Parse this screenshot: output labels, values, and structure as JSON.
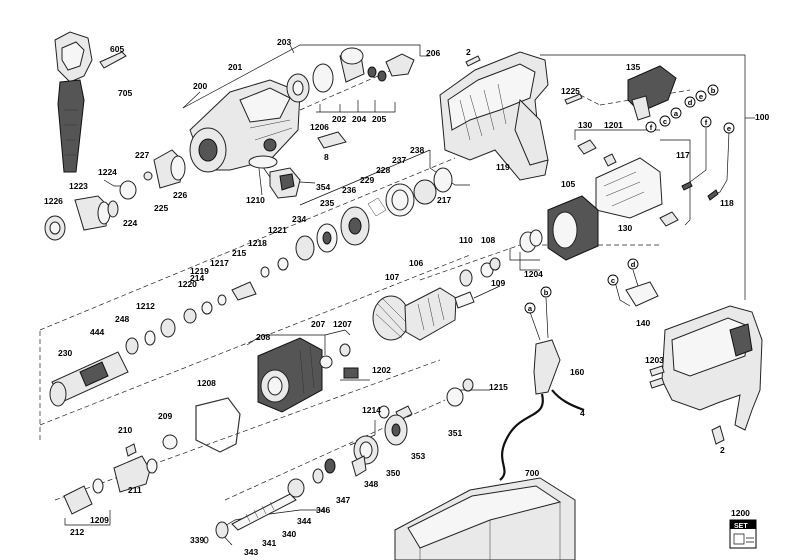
{
  "labels": [
    {
      "id": "605",
      "text": "605"
    },
    {
      "id": "705",
      "text": "705"
    },
    {
      "id": "200",
      "text": "200"
    },
    {
      "id": "201",
      "text": "201"
    },
    {
      "id": "203",
      "text": "203"
    },
    {
      "id": "206",
      "text": "206"
    },
    {
      "id": "2a",
      "text": "2"
    },
    {
      "id": "1225",
      "text": "1225"
    },
    {
      "id": "135",
      "text": "135"
    },
    {
      "id": "100",
      "text": "100"
    },
    {
      "id": "1206",
      "text": "1206"
    },
    {
      "id": "202",
      "text": "202"
    },
    {
      "id": "204",
      "text": "204"
    },
    {
      "id": "205",
      "text": "205"
    },
    {
      "id": "8",
      "text": "8"
    },
    {
      "id": "227",
      "text": "227"
    },
    {
      "id": "1224",
      "text": "1224"
    },
    {
      "id": "1223",
      "text": "1223"
    },
    {
      "id": "225",
      "text": "225"
    },
    {
      "id": "226",
      "text": "226"
    },
    {
      "id": "1226",
      "text": "1226"
    },
    {
      "id": "224",
      "text": "224"
    },
    {
      "id": "354",
      "text": "354"
    },
    {
      "id": "1210",
      "text": "1210"
    },
    {
      "id": "238",
      "text": "238"
    },
    {
      "id": "237",
      "text": "237"
    },
    {
      "id": "228",
      "text": "228"
    },
    {
      "id": "229",
      "text": "229"
    },
    {
      "id": "236",
      "text": "236"
    },
    {
      "id": "217",
      "text": "217"
    },
    {
      "id": "235",
      "text": "235"
    },
    {
      "id": "234",
      "text": "234"
    },
    {
      "id": "1221",
      "text": "1221"
    },
    {
      "id": "1218",
      "text": "1218"
    },
    {
      "id": "215",
      "text": "215"
    },
    {
      "id": "1217",
      "text": "1217"
    },
    {
      "id": "214",
      "text": "214"
    },
    {
      "id": "1219",
      "text": "1219"
    },
    {
      "id": "1220",
      "text": "1220"
    },
    {
      "id": "1212",
      "text": "1212"
    },
    {
      "id": "248",
      "text": "248"
    },
    {
      "id": "444",
      "text": "444"
    },
    {
      "id": "230",
      "text": "230"
    },
    {
      "id": "119",
      "text": "119"
    },
    {
      "id": "130a",
      "text": "130"
    },
    {
      "id": "1201",
      "text": "1201"
    },
    {
      "id": "117",
      "text": "117"
    },
    {
      "id": "118",
      "text": "118"
    },
    {
      "id": "105",
      "text": "105"
    },
    {
      "id": "130b",
      "text": "130"
    },
    {
      "id": "110",
      "text": "110"
    },
    {
      "id": "108",
      "text": "108"
    },
    {
      "id": "106",
      "text": "106"
    },
    {
      "id": "107",
      "text": "107"
    },
    {
      "id": "109",
      "text": "109"
    },
    {
      "id": "1204",
      "text": "1204"
    },
    {
      "id": "140",
      "text": "140"
    },
    {
      "id": "208",
      "text": "208"
    },
    {
      "id": "207",
      "text": "207"
    },
    {
      "id": "1207",
      "text": "1207"
    },
    {
      "id": "1202",
      "text": "1202"
    },
    {
      "id": "1203",
      "text": "1203"
    },
    {
      "id": "160",
      "text": "160"
    },
    {
      "id": "4",
      "text": "4"
    },
    {
      "id": "1215",
      "text": "1215"
    },
    {
      "id": "1214",
      "text": "1214"
    },
    {
      "id": "351",
      "text": "351"
    },
    {
      "id": "1208",
      "text": "1208"
    },
    {
      "id": "353",
      "text": "353"
    },
    {
      "id": "350",
      "text": "350"
    },
    {
      "id": "348",
      "text": "348"
    },
    {
      "id": "347",
      "text": "347"
    },
    {
      "id": "346",
      "text": "346"
    },
    {
      "id": "344",
      "text": "344"
    },
    {
      "id": "340",
      "text": "340"
    },
    {
      "id": "341",
      "text": "341"
    },
    {
      "id": "343",
      "text": "343"
    },
    {
      "id": "339",
      "text": "339"
    },
    {
      "id": "209",
      "text": "209"
    },
    {
      "id": "210",
      "text": "210"
    },
    {
      "id": "211",
      "text": "211"
    },
    {
      "id": "212",
      "text": "212"
    },
    {
      "id": "1209",
      "text": "1209"
    },
    {
      "id": "700",
      "text": "700"
    },
    {
      "id": "2b",
      "text": "2"
    },
    {
      "id": "1200",
      "text": "1200"
    }
  ],
  "wire_labels": [
    {
      "id": "a1",
      "text": "a"
    },
    {
      "id": "b1",
      "text": "b"
    },
    {
      "id": "c1",
      "text": "c"
    },
    {
      "id": "d1",
      "text": "d"
    },
    {
      "id": "e1",
      "text": "e"
    },
    {
      "id": "f1",
      "text": "f"
    },
    {
      "id": "f2",
      "text": "f"
    },
    {
      "id": "e2",
      "text": "e"
    },
    {
      "id": "c2",
      "text": "c"
    },
    {
      "id": "d2",
      "text": "d"
    },
    {
      "id": "a2",
      "text": "a"
    },
    {
      "id": "b2",
      "text": "b"
    }
  ],
  "set_badge": "SET"
}
